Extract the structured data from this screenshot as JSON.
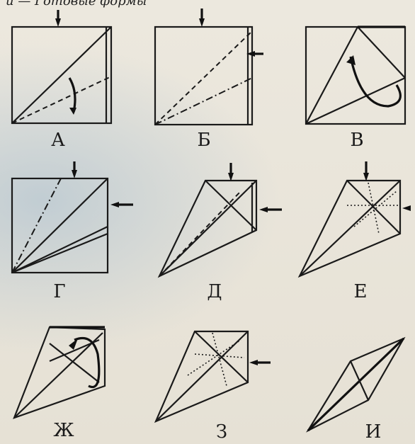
{
  "header": {
    "text": "и — Готовые формы"
  },
  "panels": {
    "a": {
      "label": "А"
    },
    "b": {
      "label": "Б"
    },
    "v": {
      "label": "В"
    },
    "g": {
      "label": "Г"
    },
    "d": {
      "label": "Д"
    },
    "e": {
      "label": "Е"
    },
    "zh": {
      "label": "Ж"
    },
    "z": {
      "label": "З"
    },
    "i": {
      "label": "И"
    }
  }
}
